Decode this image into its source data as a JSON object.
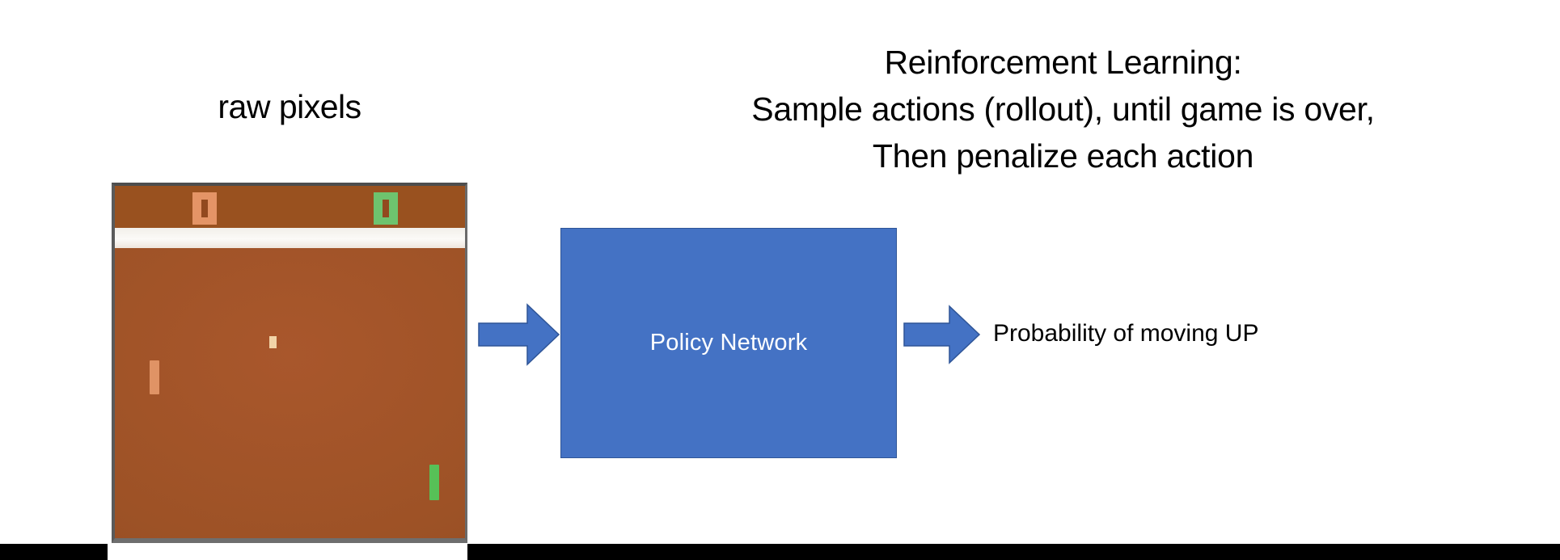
{
  "slide": {
    "background_color": "#ffffff",
    "title": {
      "lines": [
        "Reinforcement Learning:",
        "Sample actions (rollout), until game is over,",
        "Then penalize each action"
      ]
    }
  },
  "input": {
    "caption": "raw pixels",
    "game": {
      "name": "pong-game-screen",
      "background_color": "#a0522d",
      "score_band_color": "#99511f",
      "net_line_color": "#f5f2ed",
      "score_left": "0",
      "score_right": "0",
      "score_left_color": "#e49466",
      "score_right_color": "#6ec36e",
      "paddle_left_color": "#e09365",
      "paddle_right_color": "#57c157",
      "ball_color": "#f2d4a8"
    }
  },
  "flow": {
    "arrow_in": "right-arrow-icon",
    "arrow_out": "right-arrow-icon",
    "arrow_color": "#4472c4",
    "arrow_border_color": "#2f5597"
  },
  "model": {
    "label": "Policy Network",
    "fill_color": "#4472c4",
    "text_color": "#ffffff"
  },
  "output": {
    "label": "Probability of moving UP"
  },
  "decor": {
    "black_bar_color": "#000000"
  }
}
